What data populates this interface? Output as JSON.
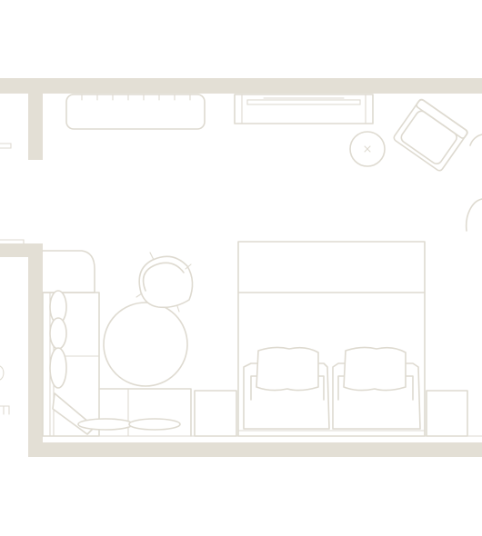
{
  "drawing": {
    "type": "floor-plan",
    "colors": {
      "wall": "#e3dfd5",
      "line": "#dedad0",
      "background": "#ffffff"
    },
    "elements": [
      "exterior-walls",
      "luggage-bench",
      "media-console",
      "armchair",
      "side-table",
      "entry-door",
      "wardrobe",
      "window-bench-with-cushions",
      "round-dining-table",
      "dining-chair",
      "double-bed",
      "pillows",
      "nightstands"
    ]
  }
}
